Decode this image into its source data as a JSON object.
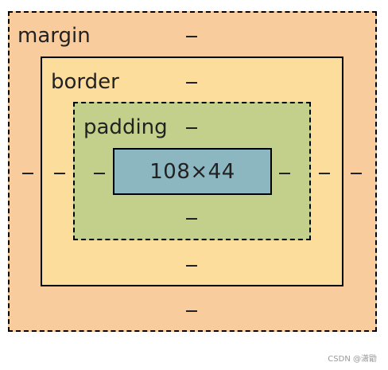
{
  "labels": {
    "margin": "margin",
    "border": "border",
    "padding": "padding",
    "content": "108×44"
  },
  "colors": {
    "margin": "#f9cc9d",
    "border": "#fddd9b",
    "padding": "#c3d08b",
    "content": "#8cb6c0"
  },
  "watermark": "CSDN @潇勖"
}
